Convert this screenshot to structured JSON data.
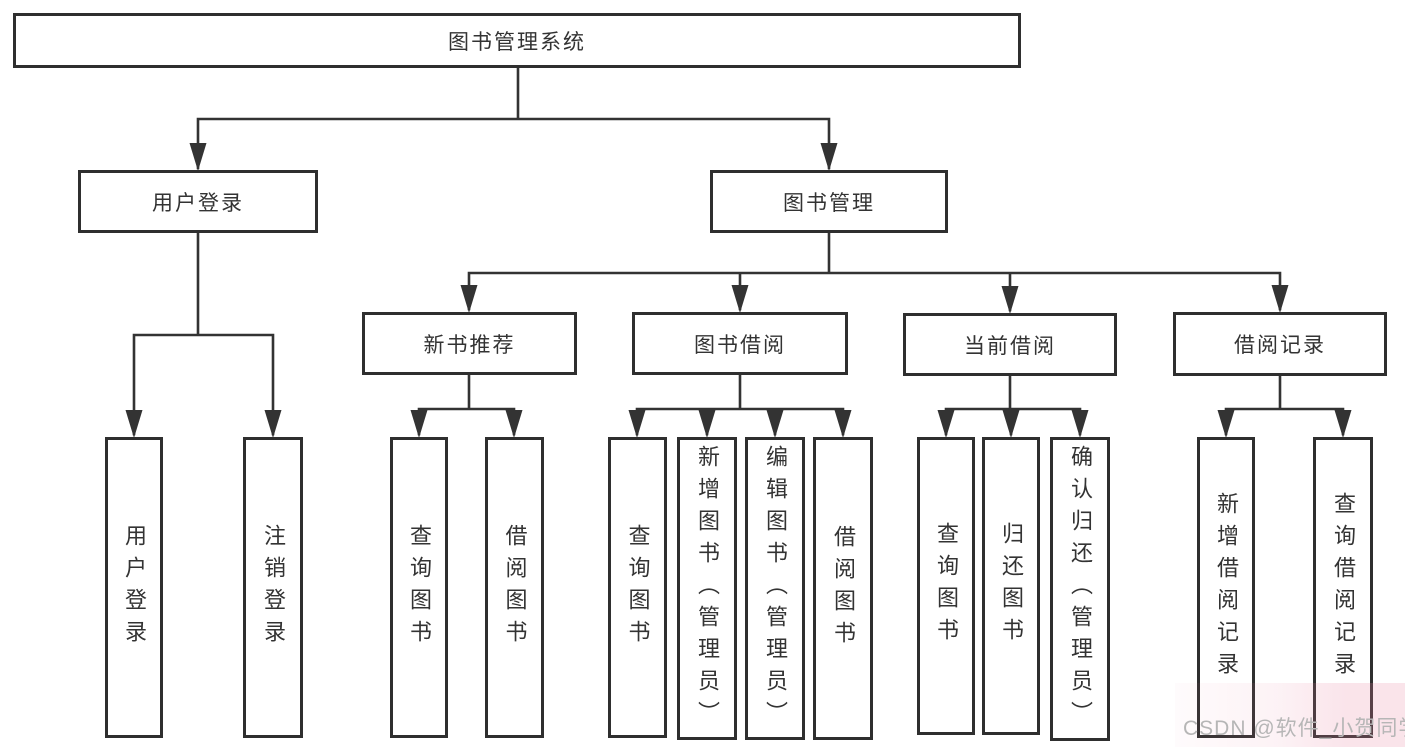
{
  "colors": {
    "line": "#333333",
    "box_border": "#2f2f2f",
    "text": "#333333",
    "watermark_text": "#b6b6b6",
    "corner_tint": "#f6dfe6",
    "background": "#ffffff"
  },
  "tree": {
    "root": {
      "label": "图书管理系统"
    },
    "user_login": {
      "label": "用户登录",
      "children": {
        "login": {
          "label": "用户登录"
        },
        "logout": {
          "label": "注销登录"
        }
      }
    },
    "book_mgmt": {
      "label": "图书管理",
      "children": {
        "new_book_rec": {
          "label": "新书推荐",
          "children": {
            "query": {
              "label": "查询图书"
            },
            "borrow": {
              "label": "借阅图书"
            }
          }
        },
        "book_borrow": {
          "label": "图书借阅",
          "children": {
            "query": {
              "label": "查询图书"
            },
            "add": {
              "label": "新增图书（管理员）"
            },
            "edit": {
              "label": "编辑图书（管理员）"
            },
            "borrow": {
              "label": "借阅图书"
            }
          }
        },
        "current_borrow": {
          "label": "当前借阅",
          "children": {
            "query": {
              "label": "查询图书"
            },
            "return": {
              "label": "归还图书"
            },
            "confirm": {
              "label": "确认归还（管理员）"
            }
          }
        },
        "borrow_records": {
          "label": "借阅记录",
          "children": {
            "add": {
              "label": "新增借阅记录"
            },
            "query": {
              "label": "查询借阅记录"
            }
          }
        }
      }
    }
  },
  "watermark": {
    "text": "CSDN @软件_小贺同学"
  }
}
